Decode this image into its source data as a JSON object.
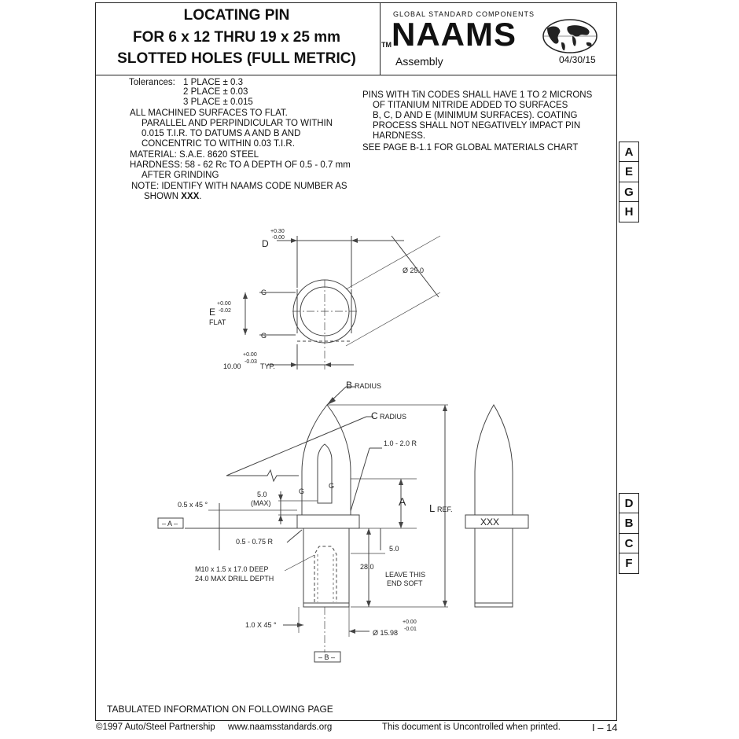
{
  "title": {
    "line1": "LOCATING PIN",
    "line2": "FOR 6 x 12 THRU 19 x 25 mm",
    "line3": "SLOTTED HOLES (FULL METRIC)"
  },
  "brand": {
    "caption": "GLOBAL STANDARD COMPONENTS",
    "tm": "TM",
    "name": "NAAMS",
    "category": "Assembly",
    "date": "04/30/15",
    "logo_icon": "globe-map-icon"
  },
  "notes_left": {
    "tolerances_label": "Tolerances:",
    "tol1": "1 PLACE ± 0.3",
    "tol2": "2 PLACE ± 0.03",
    "tol3": "3 PLACE ± 0.015",
    "l1": "ALL MACHINED SURFACES TO FLAT.",
    "l2": "PARALLEL AND PERPINDICULAR TO WITHIN",
    "l3": "0.015 T.I.R. TO DATUMS A AND B AND",
    "l4": "CONCENTRIC TO WITHIN 0.03 T.I.R.",
    "l5": "MATERIAL: S.A.E. 8620 STEEL",
    "l6": "HARDNESS: 58 - 62 Rc TO A DEPTH OF 0.5 - 0.7 mm",
    "l7": "AFTER GRINDING",
    "l8": "NOTE: IDENTIFY WITH NAAMS CODE NUMBER AS",
    "l9_prefix": "SHOWN ",
    "l9_bold": "XXX",
    "l9_suffix": "."
  },
  "notes_right": {
    "l1": "PINS WITH TiN CODES SHALL HAVE 1 TO 2 MICRONS",
    "l2": "OF TITANIUM NITRIDE ADDED TO SURFACES",
    "l3": "B, C, D AND E (MINIMUM SURFACES). COATING",
    "l4": "PROCESS SHALL NOT NEGATIVELY IMPACT PIN",
    "l5": "HARDNESS.",
    "l6": "SEE PAGE B-1.1 FOR GLOBAL MATERIALS CHART"
  },
  "tabs_top": [
    "A",
    "E",
    "G",
    "H"
  ],
  "tabs_bottom": [
    "D",
    "B",
    "C",
    "F"
  ],
  "drawing": {
    "top_view": {
      "d_label": "D",
      "d_tol_plus": "+0.30",
      "d_tol_minus": "-0.00",
      "dia": "Ø 25.0",
      "e_label": "E",
      "e_tol_plus": "+0.00",
      "e_tol_minus": "-0.02",
      "flat": "FLAT",
      "g_top": "G",
      "g_bottom": "G",
      "width": "10.00",
      "w_tol_plus": "+0.00",
      "w_tol_minus": "-0.03",
      "typ": "TYP."
    },
    "side_view": {
      "b_letter": "B",
      "b_text": "RADIUS",
      "c_letter": "C",
      "c_text": "RADIUS",
      "fillet": "1.0 - 2.0 R",
      "slot_depth": "5.0",
      "slot_max": "(MAX)",
      "chamfer_top": "0.5 x 45 °",
      "datum_a": "– A –",
      "radius_small": "0.5 - 0.75 R",
      "thread": "M10 x 1.5 x 17.0 DEEP",
      "drill": "24.0 MAX DRILL DEPTH",
      "chamfer_bottom": "1.0 X 45 °",
      "dia_shank": "Ø 15.98",
      "shank_tol_plus": "+0.00",
      "shank_tol_minus": "-0.01",
      "datum_b": "– B –",
      "dim_a": "A",
      "dim_5": "5.0",
      "dim_28": "28.0",
      "leave1": "LEAVE THIS",
      "leave2": "END SOFT",
      "l_letter": "L",
      "l_text": "REF.",
      "g_left": "G",
      "g_right": "G",
      "code": "XXX"
    }
  },
  "footer": {
    "note": "TABULATED INFORMATION ON FOLLOWING PAGE",
    "copyright": "©1997 Auto/Steel Partnership",
    "website": "www.naamsstandards.org",
    "disclaimer": "This document is Uncontrolled when printed.",
    "page": "I – 14"
  }
}
